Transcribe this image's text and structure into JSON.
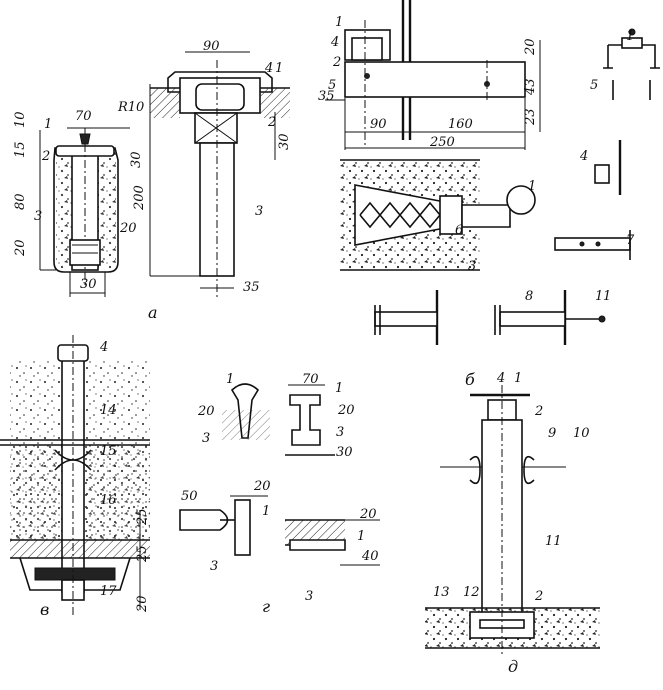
{
  "a": {
    "caption": "а",
    "labels": [
      "1",
      "2",
      "3",
      "4",
      "1",
      "2",
      "3"
    ],
    "dims": [
      "70",
      "R10",
      "10",
      "15",
      "80",
      "20",
      "20",
      "30",
      "90",
      "200",
      "30",
      "30",
      "35"
    ]
  },
  "b": {
    "caption": "б",
    "labels": [
      "1",
      "4",
      "2",
      "5",
      "1",
      "5",
      "1",
      "6",
      "3",
      "4",
      "7",
      "1",
      "8",
      "1"
    ],
    "dims": [
      "20",
      "43",
      "23",
      "35",
      "90",
      "160",
      "250"
    ]
  },
  "v": {
    "caption": "в",
    "labels": [
      "4",
      "14",
      "15",
      "16",
      "17"
    ],
    "dims": [
      "25",
      "25",
      "20"
    ]
  },
  "g": {
    "caption": "г",
    "labels": [
      "1",
      "3",
      "1",
      "3",
      "1",
      "3",
      "1",
      "3"
    ],
    "dims": [
      "20",
      "70",
      "20",
      "30",
      "50",
      "20",
      "20",
      "40"
    ]
  },
  "d": {
    "caption": "д",
    "labels": [
      "4",
      "1",
      "2",
      "9",
      "10",
      "11",
      "13",
      "12",
      "2"
    ]
  }
}
